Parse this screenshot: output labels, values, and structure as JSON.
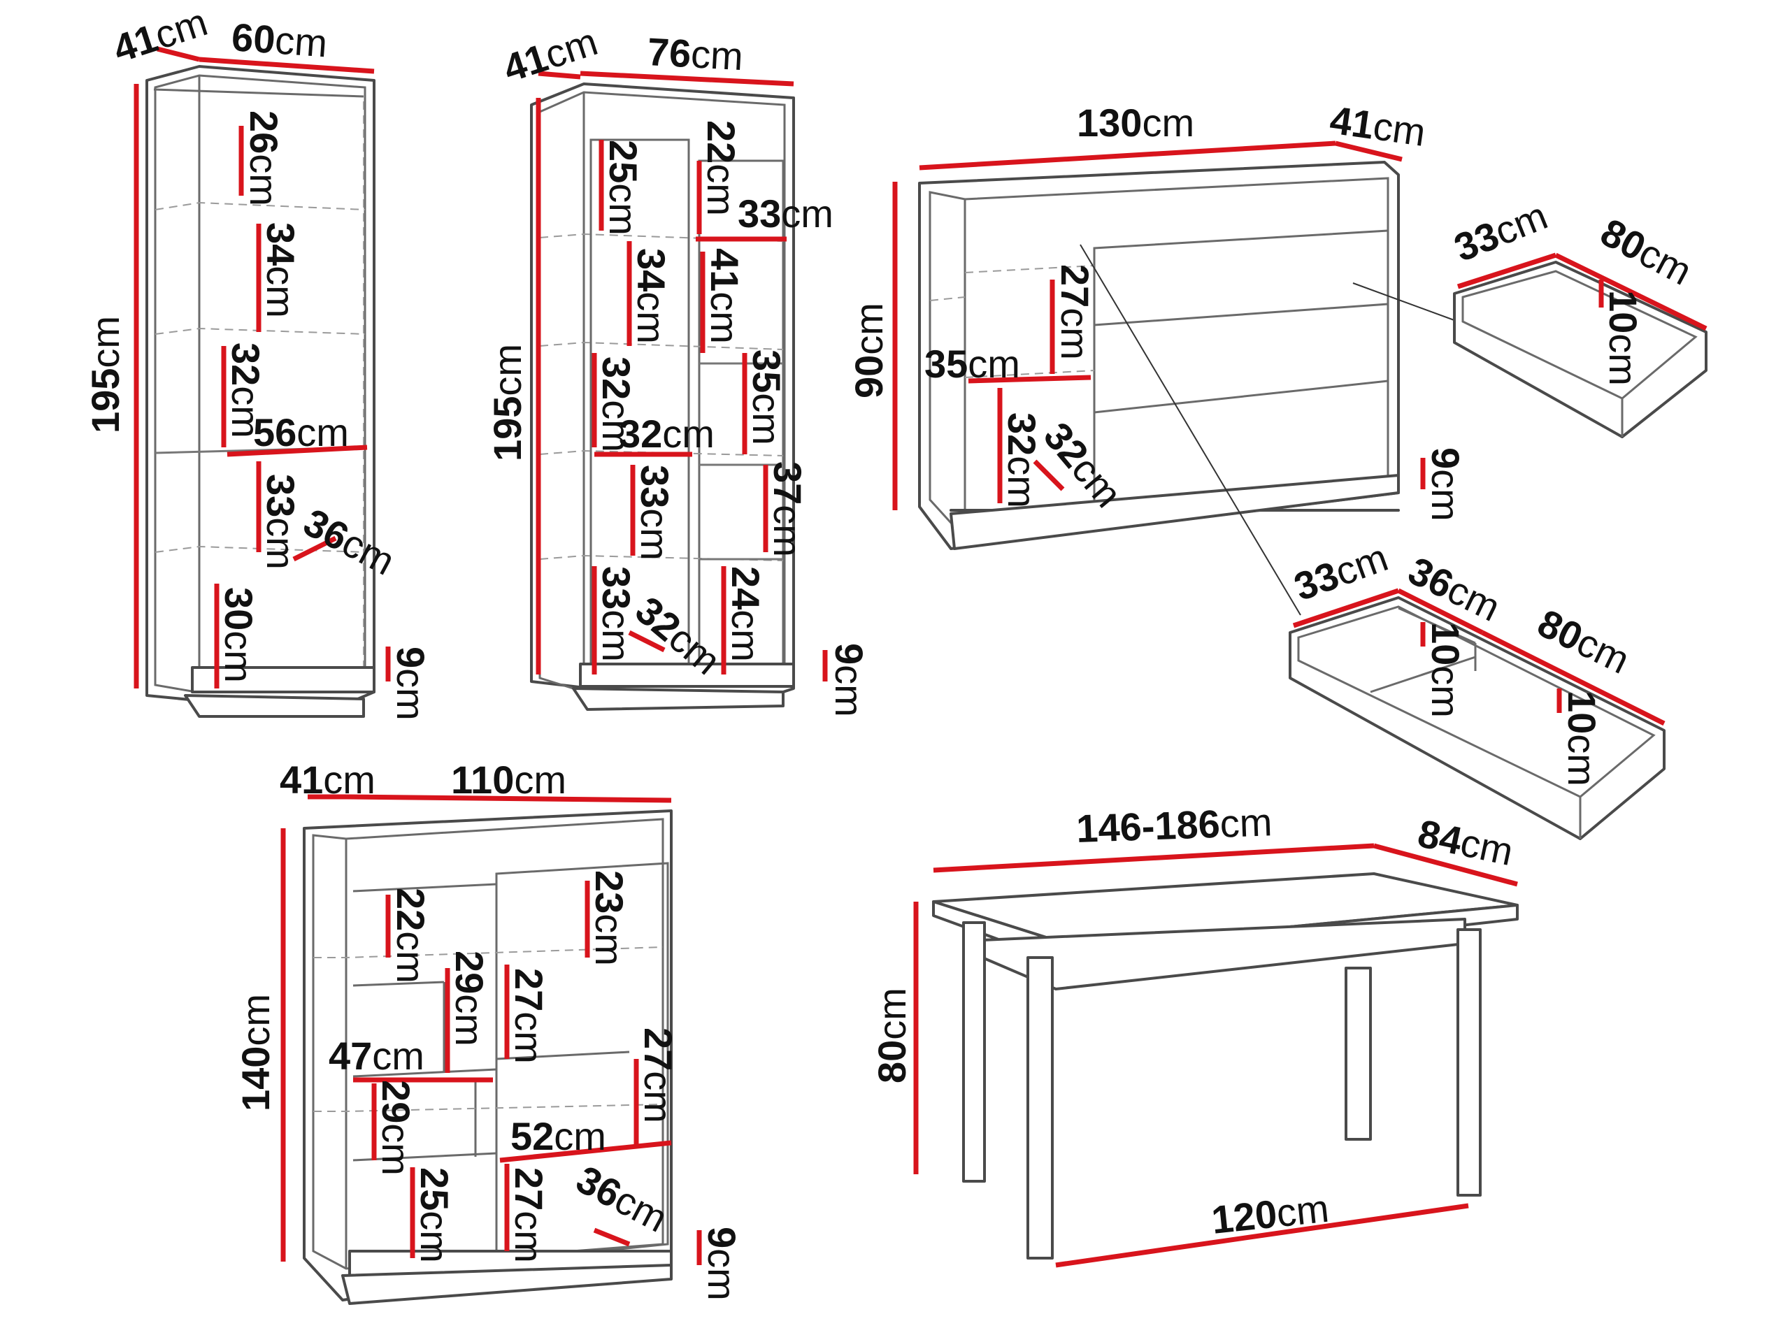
{
  "unit": "cm",
  "colors": {
    "dimension_line": "#d8141c",
    "outline": "#4a4a4a"
  },
  "cabinet_narrow": {
    "depth": "41",
    "width": "60",
    "height": "195",
    "shelf_width": "56",
    "shelf_1": "26",
    "shelf_2": "34",
    "shelf_3": "32",
    "shelf_4": "33",
    "shelf_5": "30",
    "shelf_depth": "36",
    "plinth": "9"
  },
  "cabinet_wide": {
    "depth": "41",
    "width": "76",
    "height": "195",
    "left_1": "25",
    "left_2": "34",
    "left_3": "32",
    "left_4": "33",
    "left_5": "33",
    "left_width": "32",
    "left_depth": "32",
    "right_1": "22",
    "right_width": "33",
    "right_2": "41",
    "right_3": "35",
    "right_4": "37",
    "right_5": "24",
    "plinth": "9"
  },
  "sideboard": {
    "width": "130",
    "depth": "41",
    "height": "90",
    "inner_width": "35",
    "inner_height": "27",
    "lower_height": "32",
    "lower_depth": "32",
    "plinth": "9"
  },
  "drawer_small": {
    "depth": "33",
    "width": "80",
    "height": "10"
  },
  "drawer_double": {
    "depth": "33",
    "inner_depth": "36",
    "width": "80",
    "height_left": "10",
    "height_right": "10"
  },
  "highboard": {
    "depth": "41",
    "width": "110",
    "height": "140",
    "left_1": "22",
    "left_2": "29",
    "left_width": "47",
    "left_3": "29",
    "left_4": "25",
    "right_1": "23",
    "right_2": "27",
    "right_3": "27",
    "right_width": "52",
    "right_4": "27",
    "right_depth": "36",
    "plinth": "9"
  },
  "table": {
    "length": "146-186",
    "width": "84",
    "height": "80",
    "leg_span": "120"
  }
}
